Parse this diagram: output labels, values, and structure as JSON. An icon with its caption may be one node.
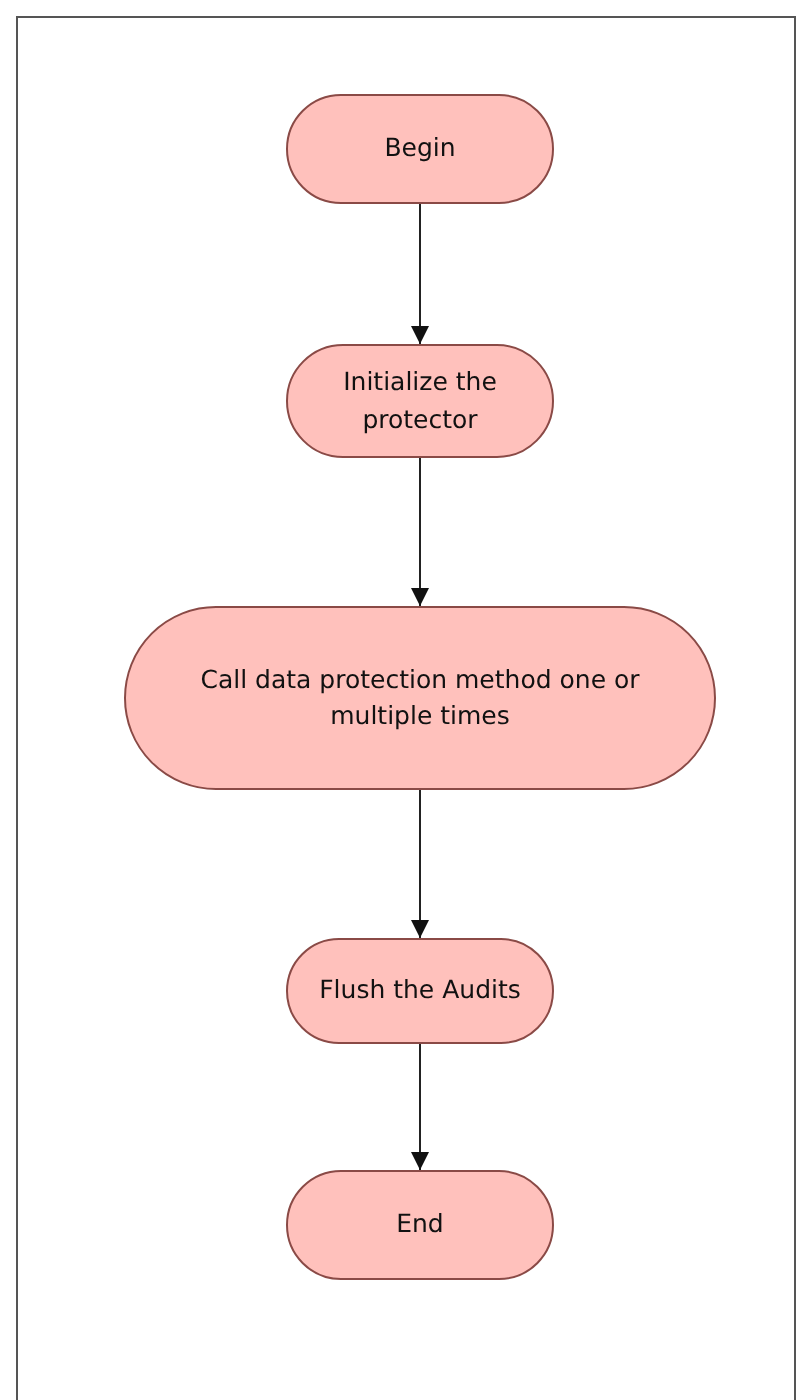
{
  "diagram": {
    "nodes": [
      {
        "text": [
          "Begin"
        ]
      },
      {
        "text": [
          "Initialize the protector"
        ]
      },
      {
        "text": [
          "Call data protection method one or multiple times"
        ]
      },
      {
        "text": [
          "Flush the Audits"
        ]
      },
      {
        "text": [
          "End"
        ]
      }
    ],
    "edges": [
      {
        "from": 0,
        "to": 1,
        "arrow": "to"
      },
      {
        "from": 1,
        "to": 2,
        "arrow": "to"
      },
      {
        "from": 2,
        "to": 3,
        "arrow": "to"
      },
      {
        "from": 3,
        "to": 4,
        "arrow": "to"
      }
    ]
  }
}
